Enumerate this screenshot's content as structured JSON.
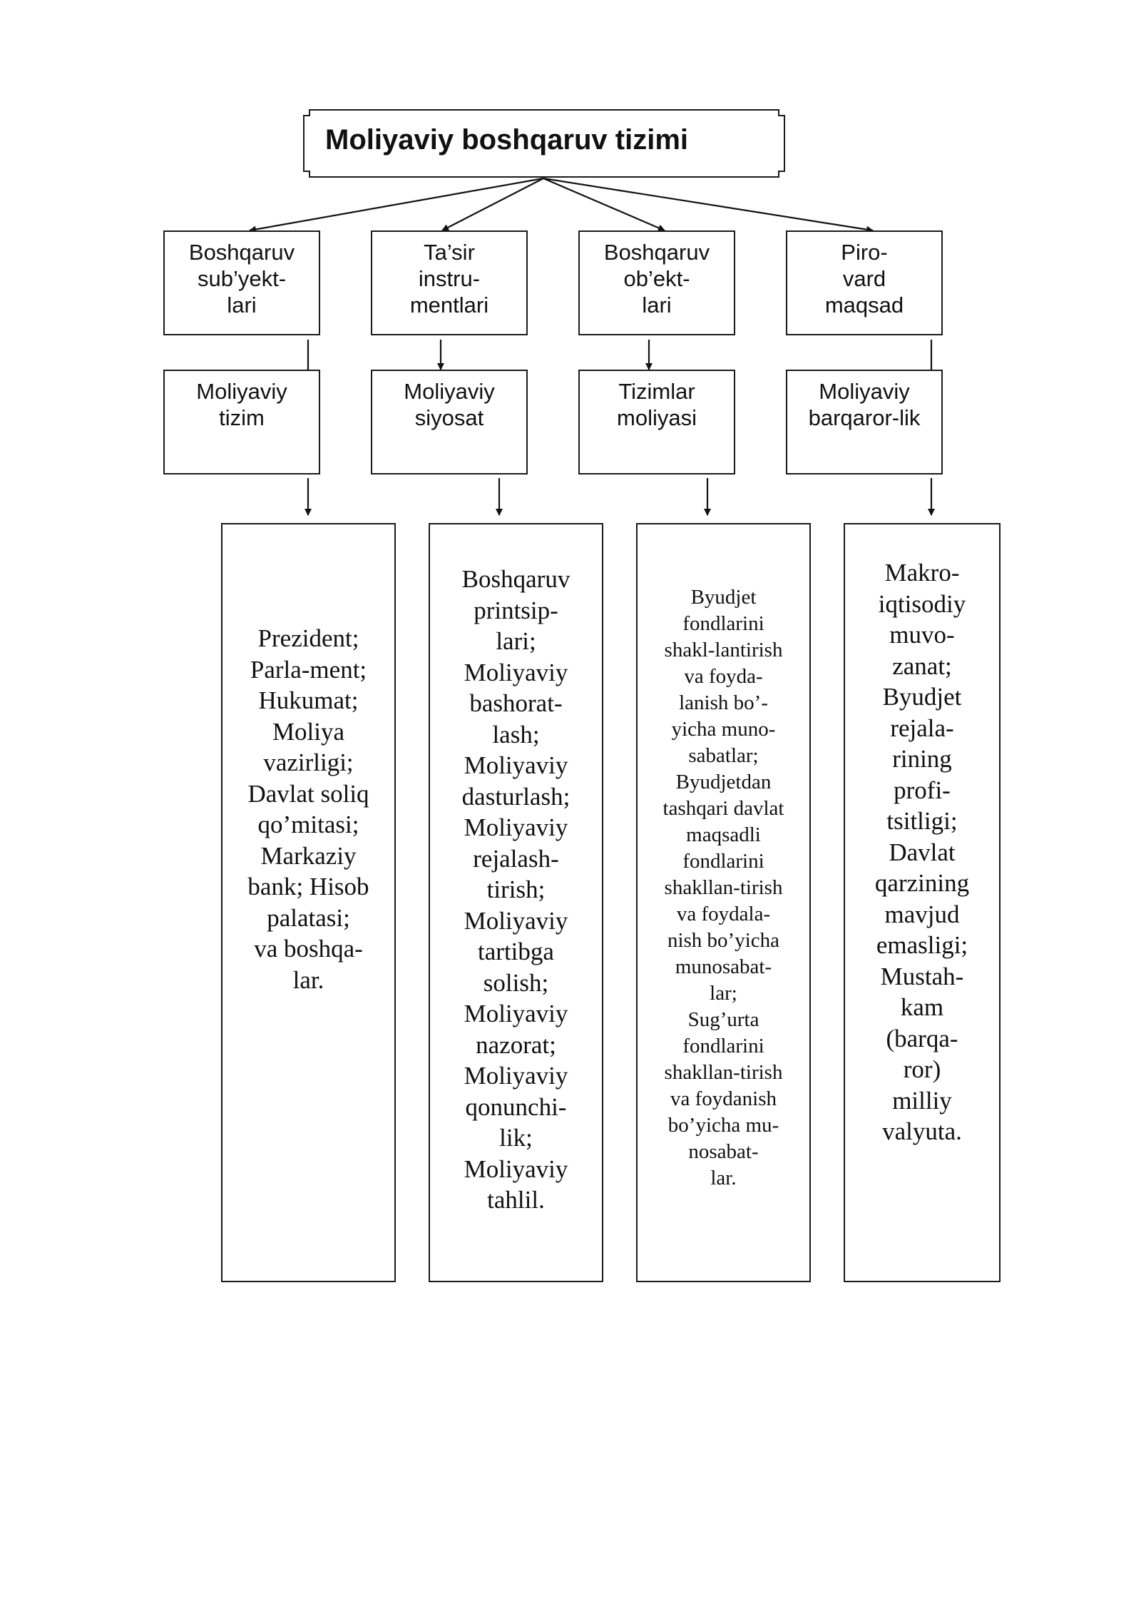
{
  "title": "Moliyaviy boshqaruv tizimi",
  "columns": [
    {
      "head": [
        "Boshqaruv",
        "sub’yekt-",
        "lari"
      ],
      "sub": [
        "Moliyaviy",
        "tizim"
      ],
      "items": [
        "Prezident;",
        "Parla-ment;",
        "Hukumat;",
        "Moliya",
        "vazirligi;",
        "Davlat soliq",
        "qo’mitasi;",
        "Markaziy",
        "bank; Hisob",
        "palatasi;",
        "va boshqa-",
        "lar."
      ]
    },
    {
      "head": [
        "Ta’sir",
        "instru-",
        "mentlari"
      ],
      "sub": [
        "Moliyaviy",
        "siyosat"
      ],
      "items": [
        "Boshqaruv",
        "printsip-",
        "lari;",
        "Moliyaviy",
        "bashorat-",
        "lash;",
        "Moliyaviy",
        "dasturlash;",
        "Moliyaviy",
        "rejalash-",
        "tirish;",
        "Moliyaviy",
        "tartibga",
        "solish;",
        "Moliyaviy",
        "nazorat;",
        "Moliyaviy",
        "qonunchi-",
        "lik;",
        "Moliyaviy",
        "tahlil."
      ]
    },
    {
      "head": [
        "Boshqaruv",
        "ob’ekt-",
        "lari"
      ],
      "sub": [
        "Tizimlar",
        "moliyasi"
      ],
      "items": [
        "Byudjet",
        "fondlarini",
        "shakl-lantirish",
        "va foyda-",
        "lanish bo’-",
        "yicha muno-",
        "sabatlar;",
        "Byudjetdan",
        "tashqari davlat",
        "maqsadli",
        "fondlarini",
        "shakllan-tirish",
        "va foydala-",
        "nish bo’yicha",
        "munosabat-",
        "lar;",
        "Sug’urta",
        "fondlarini",
        "shakllan-tirish",
        "va foydanish",
        "bo’yicha mu-",
        "nosabat-",
        "lar."
      ]
    },
    {
      "head": [
        "Piro-",
        "vard",
        "maqsad"
      ],
      "sub": [
        "Moliyaviy",
        "barqaror-lik"
      ],
      "items": [
        "Makro-",
        "iqtisodiy",
        "muvo-",
        "zanat;",
        "Byudjet",
        "rejala-",
        "rining",
        "profi-",
        "tsitligi;",
        "Davlat",
        "qarzining",
        "mavjud",
        "emasligi;",
        "Mustah-",
        "kam",
        "(barqa-",
        "ror)",
        "milliy",
        "valyuta."
      ]
    }
  ]
}
